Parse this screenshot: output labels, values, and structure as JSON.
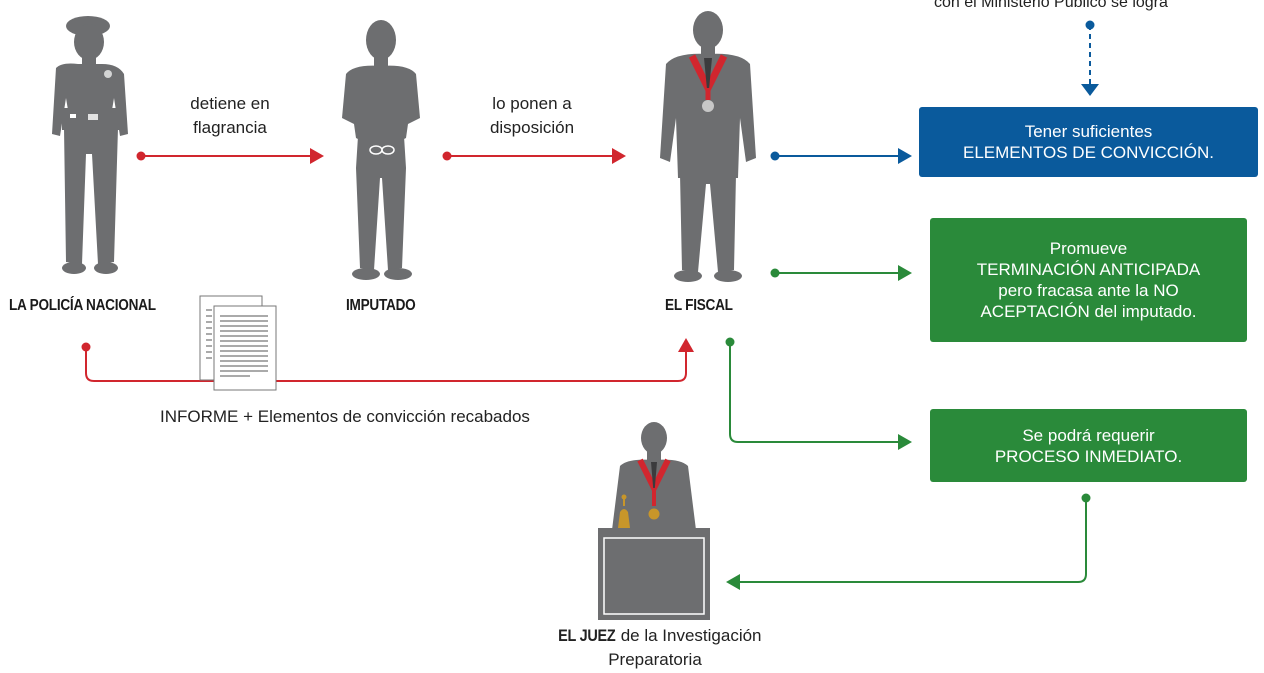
{
  "top_note": "con el Ministerio Público se logra",
  "actors": {
    "police": "LA POLICÍA NACIONAL",
    "accused": "IMPUTADO",
    "prosecutor": "EL FISCAL",
    "judge_bold": "EL JUEZ",
    "judge_rest_1": " de la Investigación",
    "judge_rest_2": "Preparatoria"
  },
  "edges": {
    "police_to_accused_1": "detiene en",
    "police_to_accused_2": "flagrancia",
    "accused_to_prosecutor_1": "lo ponen a",
    "accused_to_prosecutor_2": "disposición",
    "report": "INFORME + Elementos de convicción recabados"
  },
  "boxes": {
    "blue": [
      "Tener suficientes",
      "ELEMENTOS DE CONVICCIÓN."
    ],
    "green1": [
      "Promueve",
      "TERMINACIÓN ANTICIPADA",
      "pero fracasa ante la NO",
      "ACEPTACIÓN del imputado."
    ],
    "green2": [
      "Se podrá requerir",
      "PROCESO INMEDIATO."
    ]
  },
  "colors": {
    "red": "#d1262e",
    "blue": "#0a5a9c",
    "green": "#2a8a3a",
    "figure": "#6d6e70"
  }
}
